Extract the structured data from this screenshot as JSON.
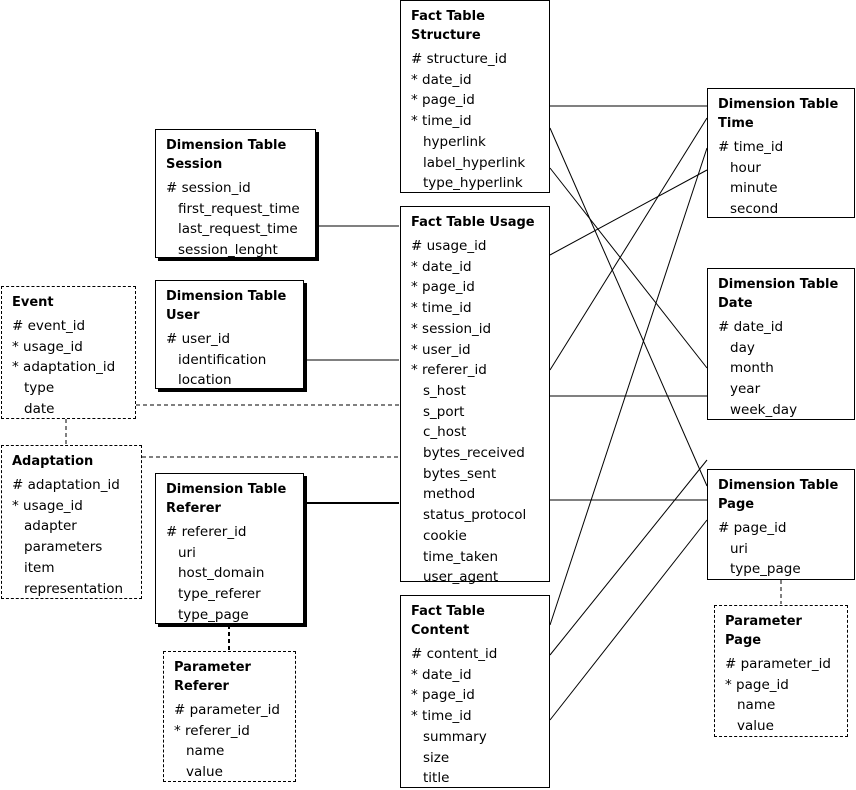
{
  "entities": {
    "fact_structure": {
      "title": "Fact Table\nStructure",
      "fields": [
        "# structure_id",
        "* date_id",
        "* page_id",
        "* time_id",
        "hyperlink",
        "label_hyperlink",
        "type_hyperlink"
      ]
    },
    "fact_usage": {
      "title": "Fact Table Usage",
      "fields": [
        "# usage_id",
        "* date_id",
        "* page_id",
        "* time_id",
        "* session_id",
        "* user_id",
        "* referer_id",
        "s_host",
        "s_port",
        "c_host",
        "bytes_received",
        "bytes_sent",
        "method",
        "status_protocol",
        "cookie",
        "time_taken",
        "user_agent"
      ]
    },
    "fact_content": {
      "title": "Fact Table\nContent",
      "fields": [
        "# content_id",
        "* date_id",
        "* page_id",
        "* time_id",
        "summary",
        "size",
        "title"
      ]
    },
    "dim_session": {
      "title": "Dimension Table\nSession",
      "fields": [
        "# session_id",
        "first_request_time",
        "last_request_time",
        "session_lenght"
      ]
    },
    "dim_user": {
      "title": "Dimension Table\nUser",
      "fields": [
        "# user_id",
        "identification",
        "location"
      ]
    },
    "dim_referer": {
      "title": "Dimension Table\nReferer",
      "fields": [
        "# referer_id",
        "uri",
        "host_domain",
        "type_referer",
        "type_page"
      ]
    },
    "param_referer": {
      "title": "Parameter\nReferer",
      "fields": [
        "# parameter_id",
        "*  referer_id",
        "name",
        "value"
      ]
    },
    "event": {
      "title": "Event",
      "fields": [
        "# event_id",
        "*  usage_id",
        "*  adaptation_id",
        "type",
        "date"
      ]
    },
    "adaptation": {
      "title": "Adaptation",
      "fields": [
        "# adaptation_id",
        "*  usage_id",
        "adapter",
        "parameters",
        "item",
        "representation"
      ]
    },
    "dim_time": {
      "title": "Dimension Table\nTime",
      "fields": [
        "# time_id",
        "hour",
        "minute",
        "second"
      ]
    },
    "dim_date": {
      "title": "Dimension Table\nDate",
      "fields": [
        "# date_id",
        "day",
        "month",
        "year",
        "week_day"
      ]
    },
    "dim_page": {
      "title": "Dimension Table\nPage",
      "fields": [
        "# page_id",
        "uri",
        "type_page"
      ]
    },
    "param_page": {
      "title": "Parameter\nPage",
      "fields": [
        "# parameter_id",
        "*  page_id",
        "name",
        "value"
      ]
    }
  }
}
